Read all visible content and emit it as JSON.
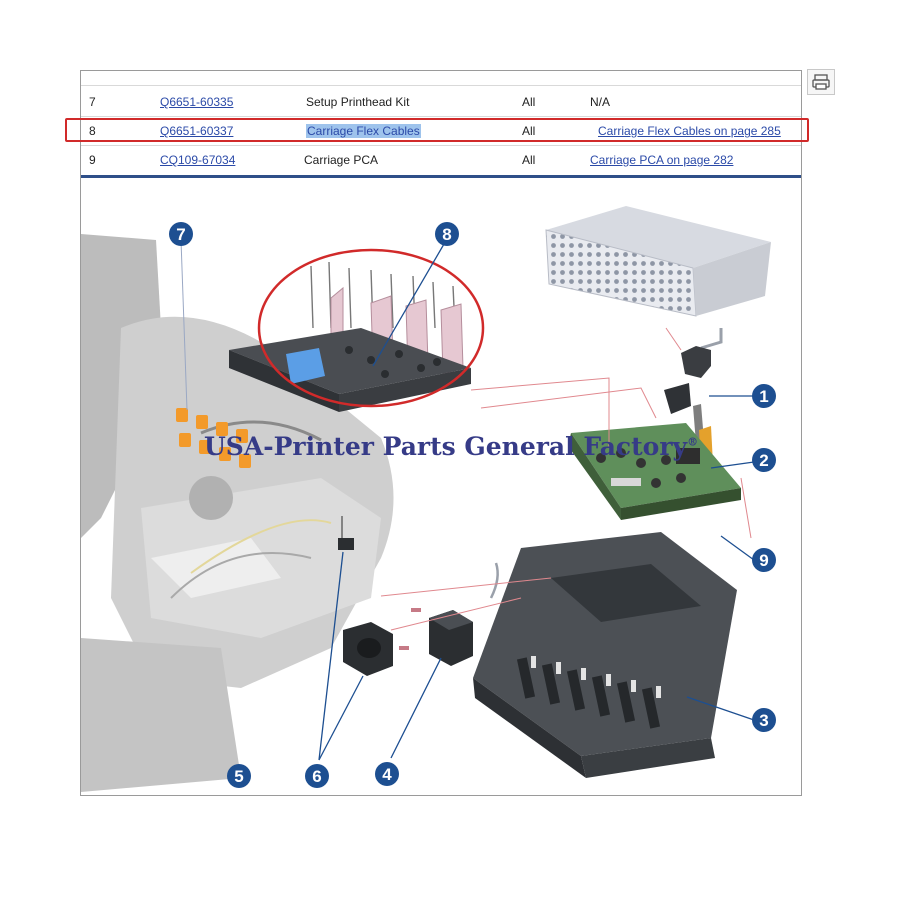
{
  "table": {
    "rows": [
      {
        "index": "7",
        "part_number": "Q6651-60335",
        "description": "Setup Printhead Kit",
        "models": "All",
        "reference": "N/A"
      },
      {
        "index": "8",
        "part_number": "Q6651-60337",
        "description": "Carriage Flex Cables",
        "models": "All",
        "reference": "Carriage Flex Cables on page 285"
      },
      {
        "index": "9",
        "part_number": "CQ109-67034",
        "description": "Carriage PCA",
        "models": "All",
        "reference": "Carriage PCA on page 282"
      }
    ],
    "highlighted_row": "8",
    "highlight_color": "#d12a2a",
    "selection_color": "#9ec3ec",
    "link_color": "#2b4aa8"
  },
  "diagram": {
    "callouts": [
      "1",
      "2",
      "3",
      "4",
      "5",
      "6",
      "7",
      "8",
      "9"
    ],
    "callout_color": "#1d4f91",
    "circle_color": "#d12a2a"
  },
  "watermark": {
    "text": "USA-Printer Parts General Factory",
    "mark": "®"
  },
  "icons": {
    "print": "print-icon"
  }
}
